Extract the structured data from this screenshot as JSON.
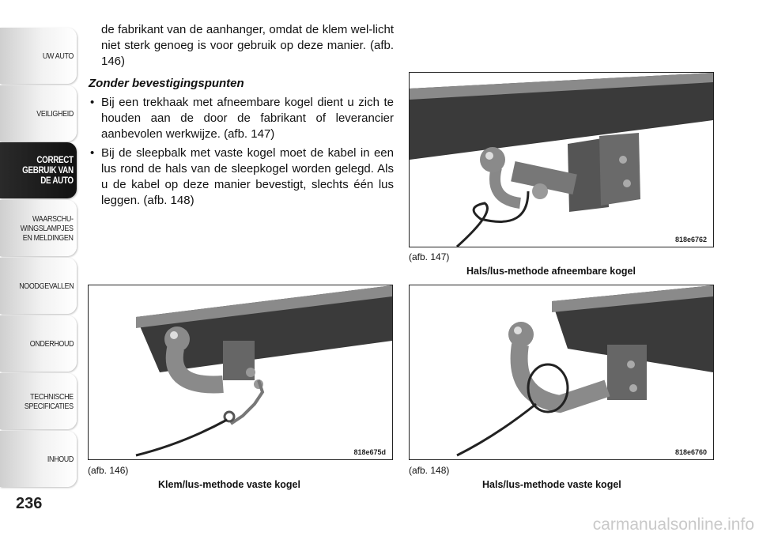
{
  "sidebar": {
    "tabs": [
      {
        "label": "UW AUTO"
      },
      {
        "label": "VEILIGHEID"
      },
      {
        "label": "CORRECT\nGEBRUIK VAN\nDE AUTO"
      },
      {
        "label": "WAARSCHU-\nWINGSLAMPJES\nEN MELDINGEN"
      },
      {
        "label": "NOODGEVALLEN"
      },
      {
        "label": "ONDERHOUD"
      },
      {
        "label": "TECHNISCHE\nSPECIFICATIES"
      },
      {
        "label": "INHOUD"
      }
    ],
    "page_number": "236"
  },
  "text": {
    "intro": "de fabrikant van de aanhanger, omdat de klem wel-licht niet sterk genoeg is voor gebruik op deze manier. (afb. 146)",
    "subheading": "Zonder bevestigingspunten",
    "bullets": [
      "Bij een trekhaak met afneembare kogel dient u zich te houden aan de door de fabrikant of leverancier aanbevolen werkwijze. (afb. 147)",
      "Bij de sleepbalk met vaste kogel moet de kabel in een lus rond de hals van de sleepkogel worden gelegd. Als u de kabel op deze manier bevestigt, slechts één lus leggen. (afb. 148)"
    ]
  },
  "figures": {
    "f147": {
      "code": "818e6762",
      "ref": "(afb. 147)",
      "caption": "Hals/lus-methode afneembare kogel"
    },
    "f146": {
      "code": "818e675d",
      "ref": "(afb. 146)",
      "caption": "Klem/lus-methode vaste kogel"
    },
    "f148": {
      "code": "818e6760",
      "ref": "(afb. 148)",
      "caption": "Hals/lus-methode vaste kogel"
    }
  },
  "watermark": "carmanualsonline.info"
}
